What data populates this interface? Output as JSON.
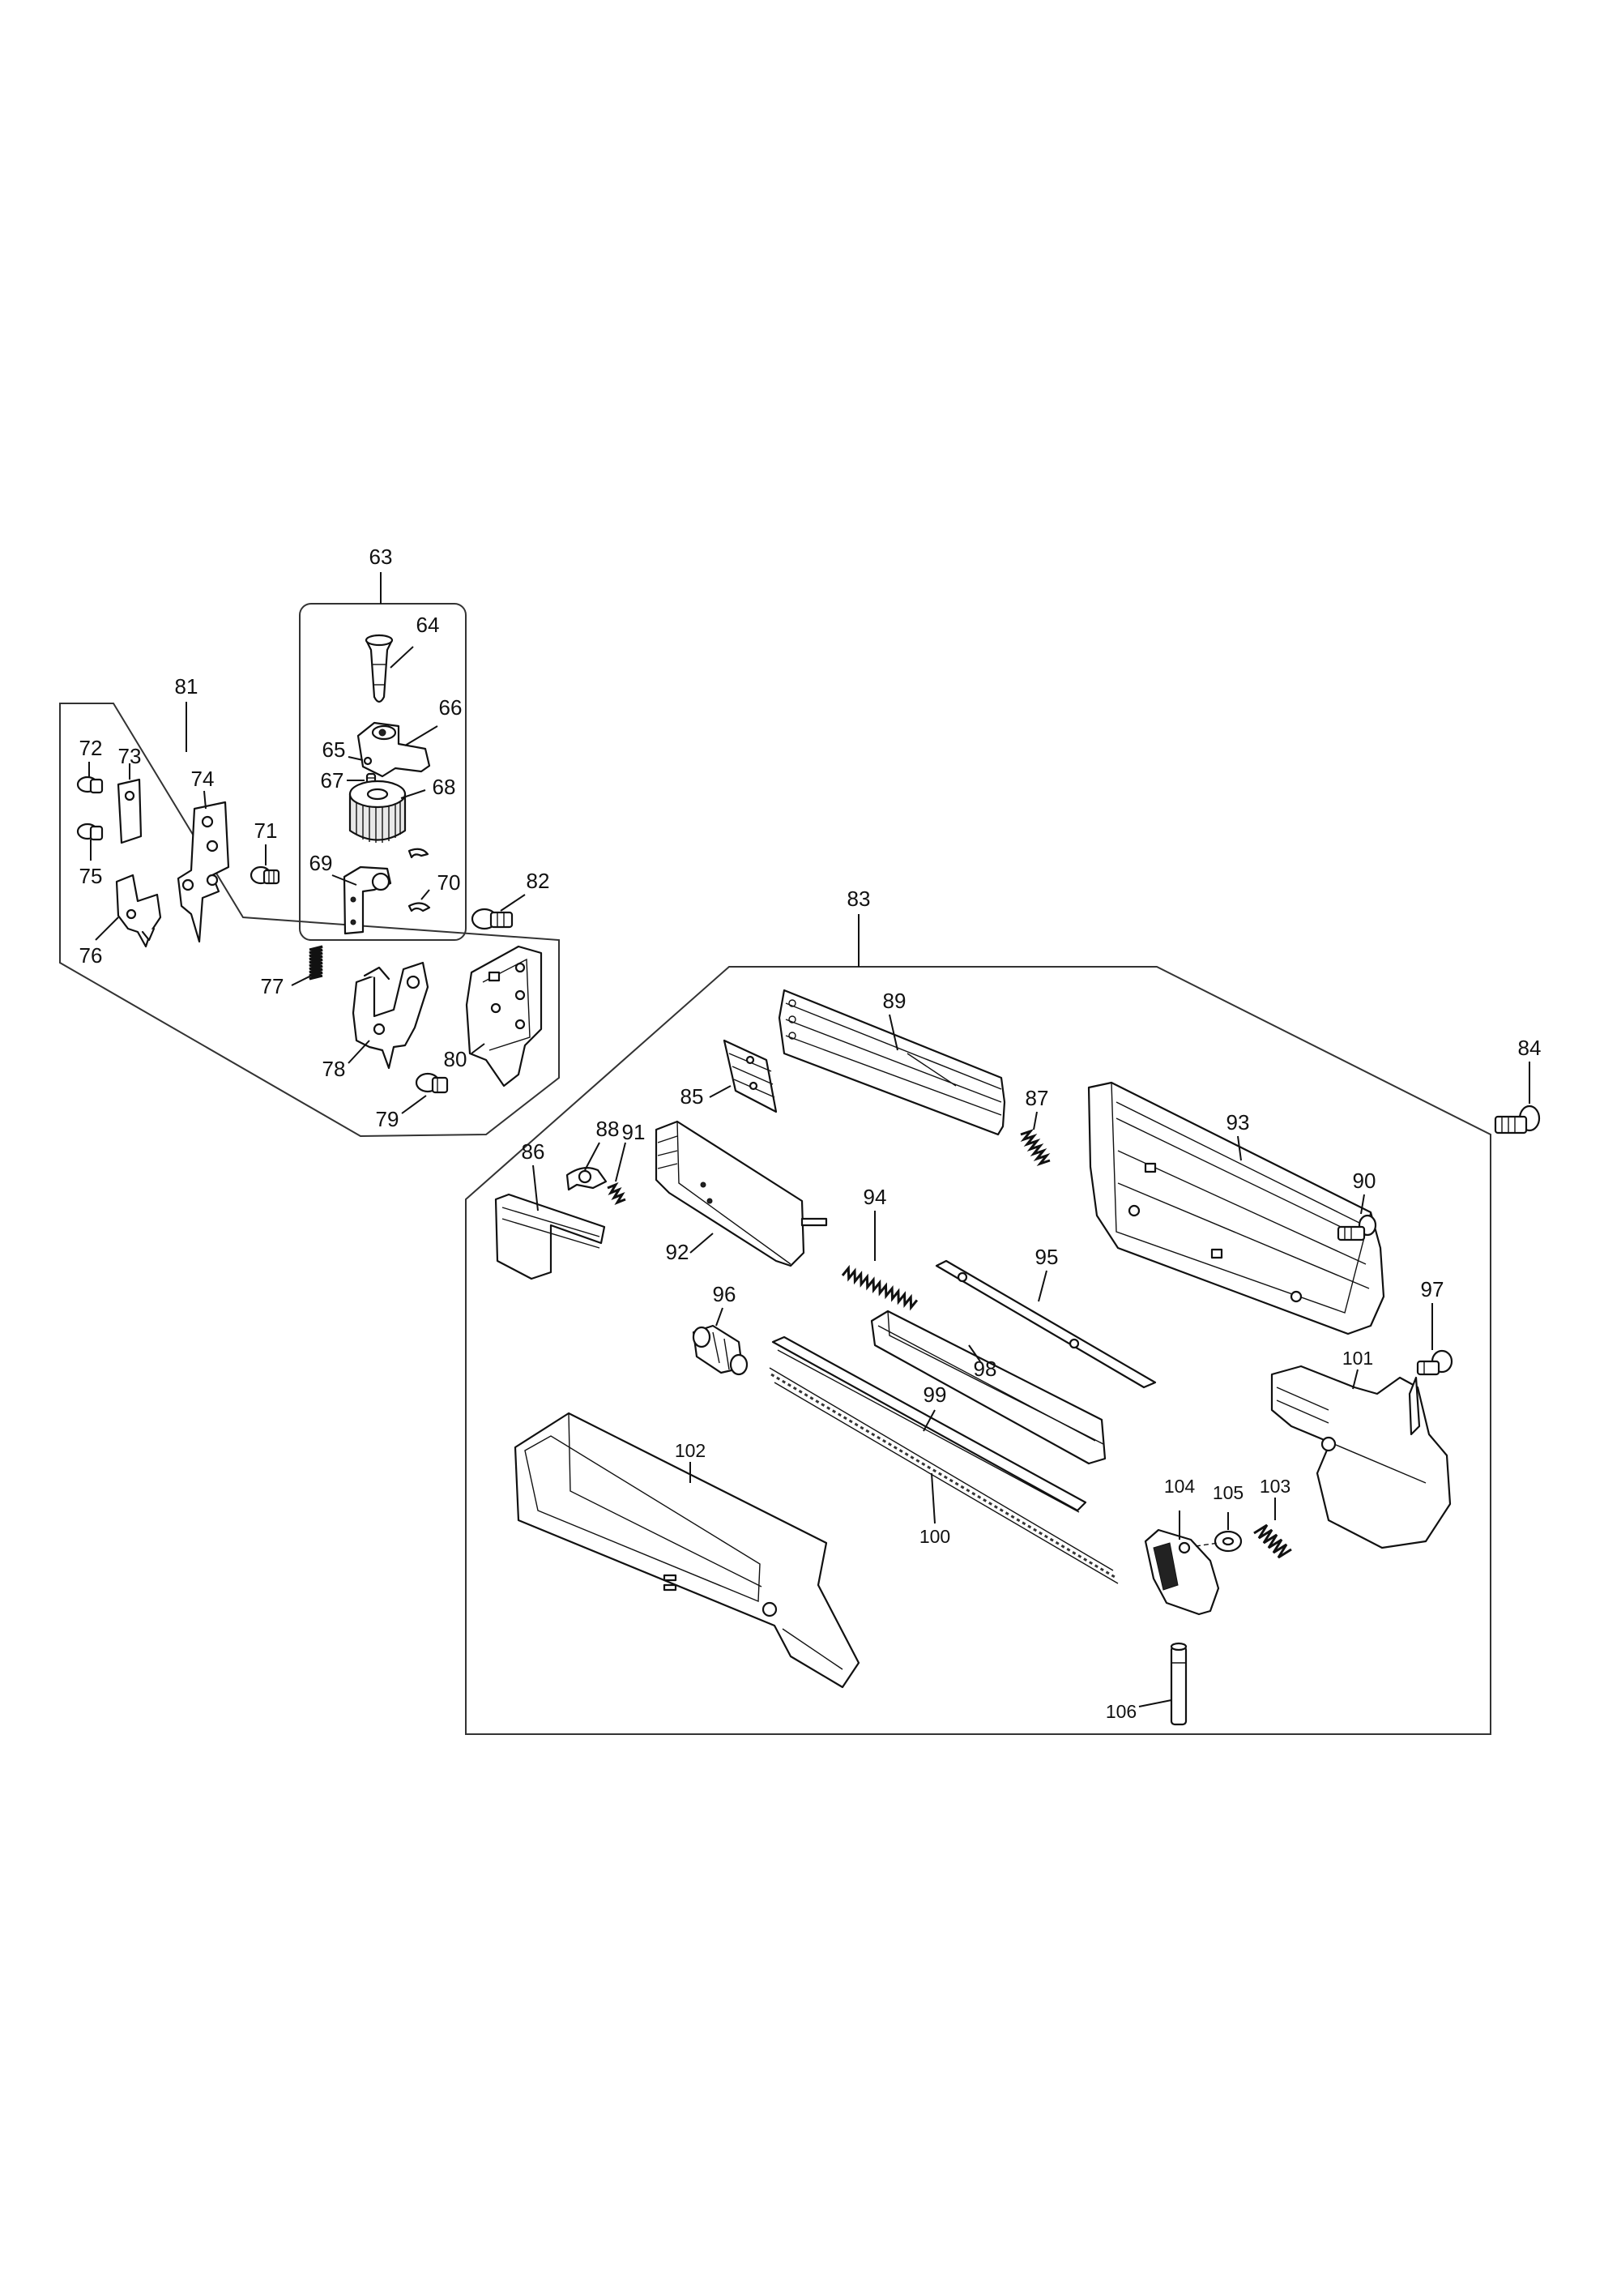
{
  "labels": {
    "p63": "63",
    "p64": "64",
    "p65": "65",
    "p66": "66",
    "p67": "67",
    "p68": "68",
    "p69": "69",
    "p70": "70",
    "p71": "71",
    "p72": "72",
    "p73": "73",
    "p74": "74",
    "p75": "75",
    "p76": "76",
    "p77": "77",
    "p78": "78",
    "p79": "79",
    "p80": "80",
    "p81": "81",
    "p82": "82",
    "p83": "83",
    "p84": "84",
    "p85": "85",
    "p86": "86",
    "p87": "87",
    "p88": "88",
    "p89": "89",
    "p90": "90",
    "p91": "91",
    "p92": "92",
    "p93": "93",
    "p94": "94",
    "p95": "95",
    "p96": "96",
    "p97": "97",
    "p98": "98",
    "p99": "99",
    "p100": "100",
    "p101": "101",
    "p102": "102",
    "p103": "103",
    "p104": "104",
    "p105": "105",
    "p106": "106"
  }
}
